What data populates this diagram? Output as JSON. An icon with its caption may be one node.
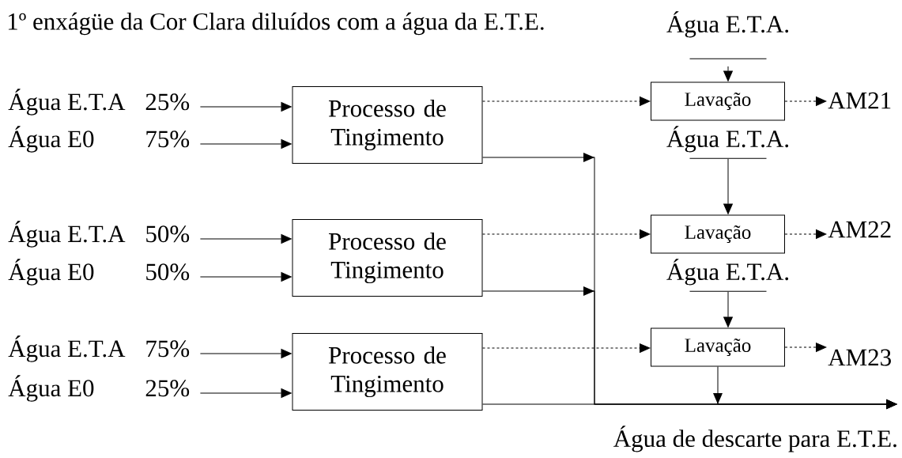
{
  "diagram": {
    "nodes": [
      {
        "text": [
          "Água E.T.A",
          "25%"
        ]
      },
      {
        "text": [
          "Água E0",
          "75%"
        ]
      },
      {
        "text": [
          "Processo de Tingimento"
        ]
      },
      {
        "text": [
          "Água E.T.A",
          "50%"
        ]
      },
      {
        "text": [
          "Água E0",
          "50%"
        ]
      },
      {
        "text": [
          "Processo de Tingimento"
        ]
      },
      {
        "text": [
          "Água E.T.A",
          "75%"
        ]
      },
      {
        "text": [
          "Água E0",
          "25%"
        ]
      },
      {
        "text": [
          "Processo de Tingimento"
        ]
      },
      {
        "text": [
          "Água E.T.A."
        ]
      },
      {
        "text": [
          "Lavação"
        ]
      },
      {
        "text": [
          "AM21"
        ]
      },
      {
        "text": [
          "Água E.T.A."
        ]
      },
      {
        "text": [
          "Lavação"
        ]
      },
      {
        "text": [
          "AM22"
        ]
      },
      {
        "text": [
          "Água E.T.A."
        ]
      },
      {
        "text": [
          "Lavação"
        ]
      },
      {
        "text": [
          "AM23"
        ]
      },
      {
        "text": [
          "Água de descarte para E.T.E."
        ]
      }
    ],
    "edges": [
      {
        "from": 0,
        "to": 2,
        "arrow": "to"
      },
      {
        "from": 1,
        "to": 2,
        "arrow": "to"
      },
      {
        "from": 3,
        "to": 5,
        "arrow": "to"
      },
      {
        "from": 4,
        "to": 5,
        "arrow": "to"
      },
      {
        "from": 6,
        "to": 8,
        "arrow": "to"
      },
      {
        "from": 7,
        "to": 8,
        "arrow": "to"
      },
      {
        "from": 2,
        "to": 10,
        "arrow": "to",
        "style": "dashed"
      },
      {
        "from": 5,
        "to": 13,
        "arrow": "to",
        "style": "dashed"
      },
      {
        "from": 8,
        "to": 16,
        "arrow": "to",
        "style": "dashed"
      },
      {
        "from": 10,
        "to": 11,
        "arrow": "to",
        "style": "dashed"
      },
      {
        "from": 13,
        "to": 14,
        "arrow": "to",
        "style": "dashed"
      },
      {
        "from": 16,
        "to": 17,
        "arrow": "to",
        "style": "dashed"
      },
      {
        "from": 9,
        "to": 10,
        "arrow": "to"
      },
      {
        "from": 12,
        "to": 13,
        "arrow": "to"
      },
      {
        "from": 15,
        "to": 16,
        "arrow": "to"
      },
      {
        "from": 2,
        "to": 18,
        "arrow": "to"
      },
      {
        "from": 5,
        "to": 18,
        "arrow": "to"
      },
      {
        "from": 8,
        "to": 18,
        "arrow": "to"
      },
      {
        "from": 16,
        "to": 18,
        "arrow": "to"
      }
    ],
    "labels": [
      "1º enxágüe da Cor Clara diluídos com a água da E.T.E."
    ]
  }
}
